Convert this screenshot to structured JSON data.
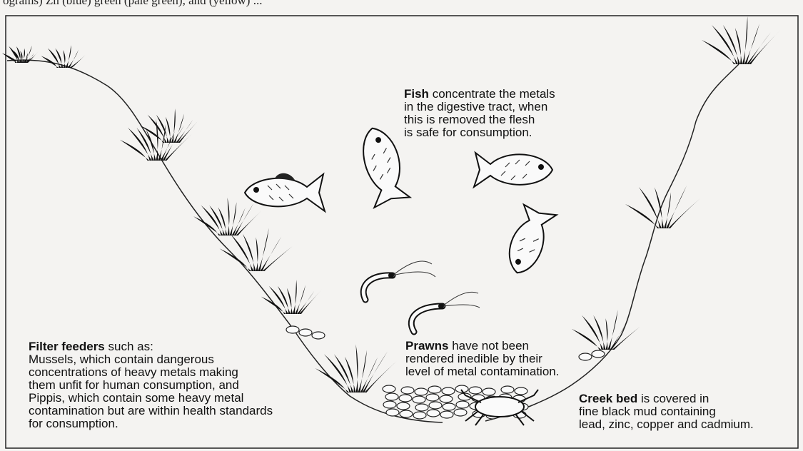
{
  "header_fragment": "ograms) Zn (blue) green (pale green), and (yellow) ...",
  "captions": {
    "fish": {
      "label": "Fish",
      "lines": [
        "concentrate the metals",
        "in the digestive tract, when",
        "this is removed the flesh",
        "is safe for consumption."
      ]
    },
    "filter_feeders": {
      "label": "Filter feeders",
      "first_rest": "such as:",
      "lines": [
        "Mussels, which contain dangerous",
        "concentrations of heavy metals making",
        "them unfit for human consumption, and",
        "Pippis, which contain some heavy metal",
        "contamination but are within health standards",
        "for consumption."
      ]
    },
    "prawns": {
      "label": "Prawns",
      "first_rest": "have not been",
      "lines": [
        "rendered inedible by their",
        "level of metal contamination."
      ]
    },
    "creek_bed": {
      "label": "Creek bed",
      "first_rest": "is covered in",
      "lines": [
        "fine black mud containing",
        "lead, zinc, copper and cadmium."
      ]
    }
  },
  "colors": {
    "ink": "#111111",
    "paper": "#f4f3f1"
  }
}
